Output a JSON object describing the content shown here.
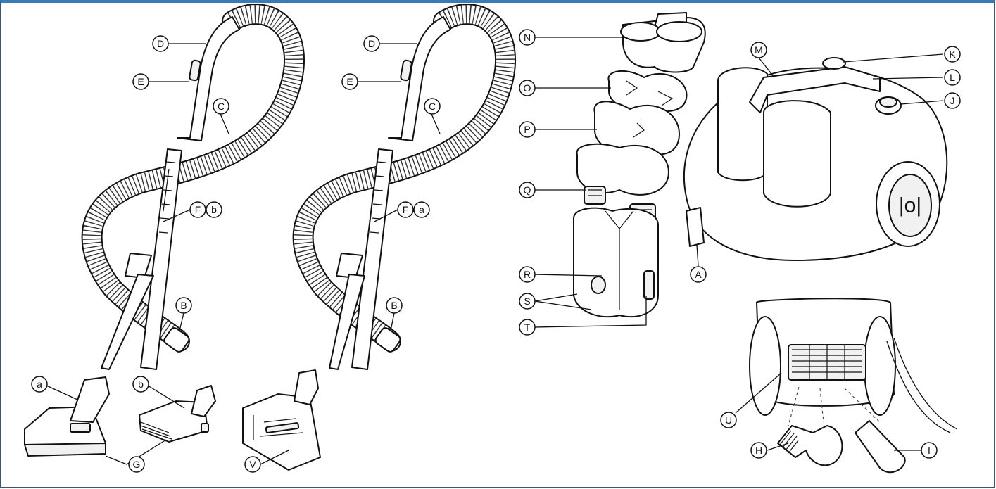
{
  "diagram": {
    "labels": {
      "A": "A",
      "B": "B",
      "C": "C",
      "D": "D",
      "E": "E",
      "F": "F",
      "G": "G",
      "H": "H",
      "I": "I",
      "J": "J",
      "K": "K",
      "L": "L",
      "M": "M",
      "N": "N",
      "O": "O",
      "P": "P",
      "Q": "Q",
      "R": "R",
      "S": "S",
      "T": "T",
      "U": "U",
      "V": "V",
      "a": "a",
      "b": "b"
    },
    "body_logo": "|o|"
  },
  "colors": {
    "frame_border": "#3b7ab8",
    "line": "#111111",
    "background": "#ffffff"
  }
}
